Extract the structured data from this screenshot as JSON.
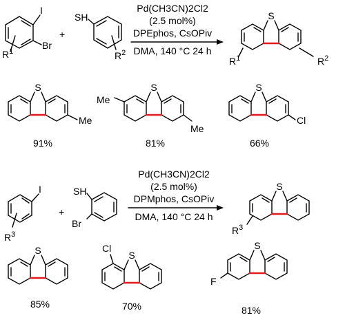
{
  "reaction1": {
    "catalyst": "Pd(CH3CN)2Cl2",
    "loading": "(2.5 mol%)",
    "ligand_base": "DPEphos, CsOPiv",
    "conditions": "DMA, 140 °C 24 h",
    "reactant1_labels": {
      "halide_top": "I",
      "halide_bottom": "Br",
      "substituent": "R",
      "substituent_sup": "1"
    },
    "plus": "+",
    "reactant2_labels": {
      "thiol": "SH",
      "substituent": "R",
      "substituent_sup": "2"
    },
    "product_labels": {
      "heteroatom": "S",
      "left_sub": "R",
      "left_sup": "1",
      "right_sub": "R",
      "right_sup": "2"
    }
  },
  "examples1": [
    {
      "yield": "91%",
      "heteroatom": "S",
      "substituent": "Me"
    },
    {
      "yield": "81%",
      "heteroatom": "S",
      "substituent_left": "Me",
      "substituent_right": "Me"
    },
    {
      "yield": "66%",
      "heteroatom": "S",
      "substituent": "Cl"
    }
  ],
  "reaction2": {
    "catalyst": "Pd(CH3CN)2Cl2",
    "loading": "(2.5 mol%)",
    "ligand_base": "DPMphos, CsOPiv",
    "conditions": "DMA, 140 °C 24 h",
    "reactant1_labels": {
      "halide": "I",
      "substituent": "R",
      "substituent_sup": "3"
    },
    "plus": "+",
    "reactant2_labels": {
      "thiol": "SH",
      "halide": "Br"
    },
    "product_labels": {
      "heteroatom": "S",
      "substituent": "R",
      "substituent_sup": "3"
    }
  },
  "examples2": [
    {
      "yield": "85%",
      "heteroatom": "S"
    },
    {
      "yield": "70%",
      "heteroatom": "S",
      "substituent": "Cl"
    },
    {
      "yield": "81%",
      "heteroatom": "S",
      "substituent": "F"
    }
  ],
  "colors": {
    "new_bond": "#e31a1c",
    "ink": "#000000"
  }
}
